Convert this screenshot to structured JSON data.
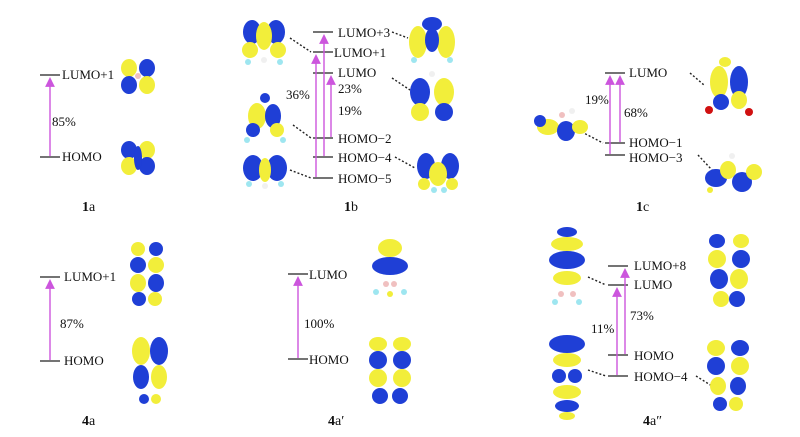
{
  "colors": {
    "orbital_positive": "#f2ee3a",
    "orbital_negative": "#1f3fd6",
    "transition_arrow": "#cc55dd",
    "level_line": "#222222",
    "atom_h": "#f0f0f0",
    "atom_b": "#f0c0c0",
    "atom_f": "#9ee6f0",
    "atom_o": "#d01010"
  },
  "panels": [
    {
      "id": "1a",
      "label_num": "1",
      "label_suffix": "a",
      "levels": [
        "LUMO+1",
        "HOMO"
      ],
      "percents": [
        "85%"
      ]
    },
    {
      "id": "1b",
      "label_num": "1",
      "label_suffix": "b",
      "levels": [
        "LUMO+3",
        "LUMO+1",
        "LUMO",
        "HOMO−2",
        "HOMO−4",
        "HOMO−5"
      ],
      "percents": [
        "36%",
        "23%",
        "19%"
      ]
    },
    {
      "id": "1c",
      "label_num": "1",
      "label_suffix": "c",
      "levels": [
        "LUMO",
        "HOMO−1",
        "HOMO−3"
      ],
      "percents": [
        "19%",
        "68%"
      ]
    },
    {
      "id": "4a",
      "label_num": "4",
      "label_suffix": "a",
      "levels": [
        "LUMO+1",
        "HOMO"
      ],
      "percents": [
        "87%"
      ]
    },
    {
      "id": "4a1",
      "label_num": "4",
      "label_suffix": "a′",
      "levels": [
        "LUMO",
        "HOMO"
      ],
      "percents": [
        "100%"
      ]
    },
    {
      "id": "4a2",
      "label_num": "4",
      "label_suffix": "a″",
      "levels": [
        "LUMO+8",
        "LUMO",
        "HOMO",
        "HOMO−4"
      ],
      "percents": [
        "11%",
        "73%"
      ]
    }
  ]
}
